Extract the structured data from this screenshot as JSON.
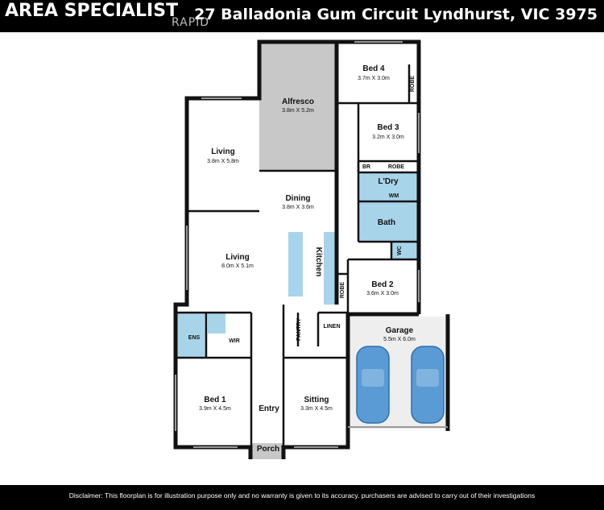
{
  "brand": {
    "name": "AREA SPECIALIST",
    "sub": "RAPID"
  },
  "address": "27 Balladonia Gum Circuit Lyndhurst, VIC 3975",
  "rooms": {
    "bed4": {
      "name": "Bed 4",
      "dims": "3.7m X 3.0m"
    },
    "alfresco": {
      "name": "Alfresco",
      "dims": "3.8m X 5.2m"
    },
    "bed3": {
      "name": "Bed 3",
      "dims": "3.2m X 3.0m"
    },
    "living_top": {
      "name": "Living",
      "dims": "3.8m X 5.8m"
    },
    "dining": {
      "name": "Dining",
      "dims": "3.8m X 3.6m"
    },
    "living_main": {
      "name": "Living",
      "dims": "8.0m X 5.1m"
    },
    "kitchen": {
      "name": "Kitchen"
    },
    "laundry": {
      "name": "L'Dry"
    },
    "bath": {
      "name": "Bath"
    },
    "bed2": {
      "name": "Bed 2",
      "dims": "3.6m X 3.0m"
    },
    "garage": {
      "name": "Garage",
      "dims": "5.5m X 6.0m"
    },
    "bed1": {
      "name": "Bed 1",
      "dims": "3.9m X 4.5m"
    },
    "entry": {
      "name": "Entry"
    },
    "sitting": {
      "name": "Sitting",
      "dims": "3.3m X 4.5m"
    },
    "porch": {
      "name": "Porch"
    },
    "ens": {
      "name": "ENS"
    },
    "wir": {
      "name": "WIR"
    },
    "pantry": {
      "name": "PANTRY"
    },
    "linen": {
      "name": "LINEN"
    },
    "robe_bed4": {
      "name": "ROBE"
    },
    "robe_bed3": {
      "name": "ROBE"
    },
    "robe_bed2": {
      "name": "ROBE"
    },
    "br": {
      "name": "BR"
    },
    "wm": {
      "name": "WM"
    },
    "wc": {
      "name": "WC"
    }
  },
  "disclaimer": "Disclaimer: This floorplan is for illustration purpose only and no warranty is given to its accuracy. purchasers are advised to carry out of their investigations",
  "colors": {
    "wall": "#111111",
    "wet_area": "#a8d4ea",
    "outdoor": "#c8c8c8",
    "car": "#5b9bd5"
  }
}
